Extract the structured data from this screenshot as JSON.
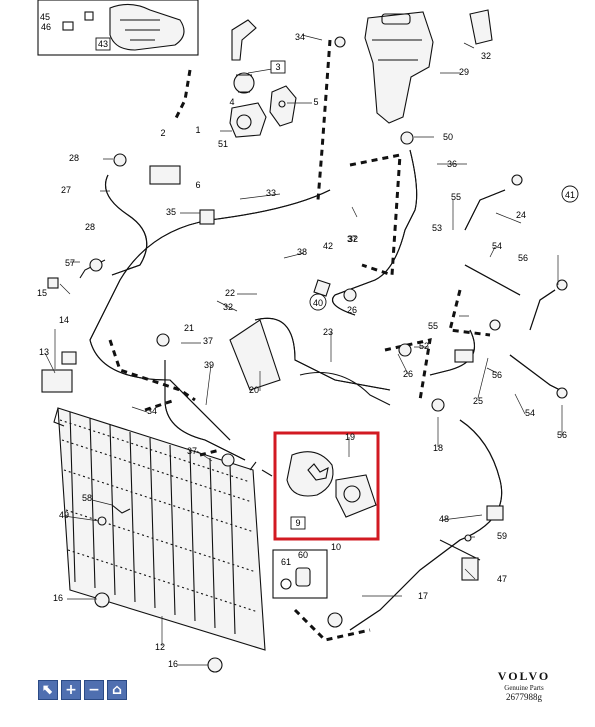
{
  "callouts": [
    "45",
    "46",
    "43",
    "34",
    "3",
    "4",
    "5",
    "32",
    "29",
    "50",
    "36",
    "2",
    "1",
    "51",
    "6",
    "28",
    "27",
    "33",
    "37",
    "35",
    "38",
    "32",
    "41",
    "24",
    "55",
    "53",
    "54",
    "56",
    "28",
    "57",
    "42",
    "15",
    "14",
    "22",
    "32",
    "40",
    "26",
    "21",
    "23",
    "13",
    "37",
    "52",
    "55",
    "56",
    "39",
    "20",
    "34",
    "26",
    "25",
    "18",
    "54",
    "56",
    "19",
    "37",
    "9",
    "10",
    "58",
    "49",
    "48",
    "59",
    "61",
    "60",
    "47",
    "17",
    "16",
    "12",
    "16"
  ],
  "branding": {
    "logo": "VOLVO",
    "subtitle": "Genuine Parts",
    "code": "2677988g"
  },
  "toolbar": {
    "select_icon": "pointer-icon",
    "zoom_in_icon": "plus-icon",
    "zoom_out_icon": "minus-icon",
    "home_icon": "home-icon",
    "plus_glyph": "+",
    "minus_glyph": "−",
    "home_glyph": "⌂",
    "pointer_glyph": "⬉"
  },
  "highlight": {
    "color": "#d21a22"
  },
  "highlight_label_color": "#d9a441"
}
